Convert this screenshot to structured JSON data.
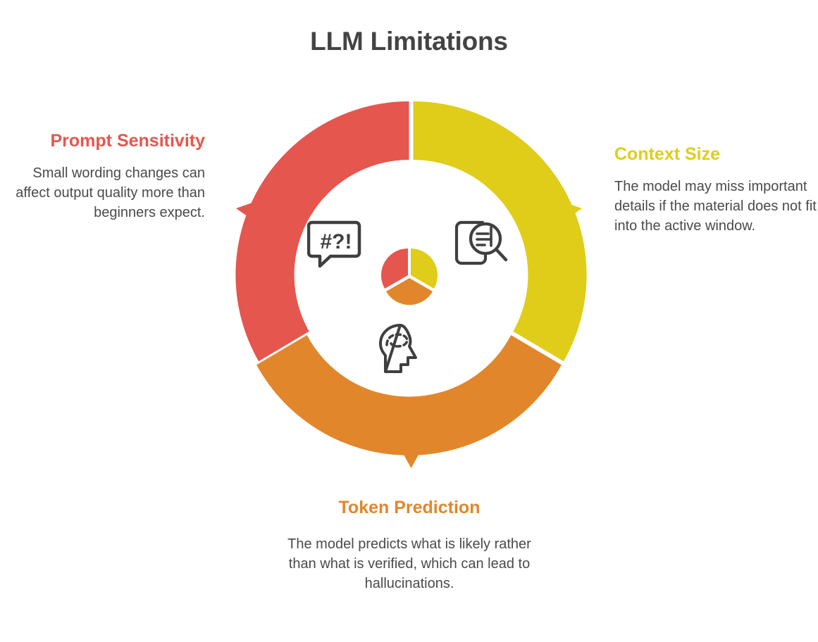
{
  "page": {
    "title": "LLM Limitations",
    "background": "#ffffff",
    "title_color": "#434343",
    "body_text_color": "#4a4a4a"
  },
  "palette": {
    "red": "#e5564e",
    "yellow": "#dfcd1a",
    "orange": "#e2862c",
    "icon_stroke": "#3f3f3f"
  },
  "chart_data": {
    "type": "pie",
    "title": "LLM Limitations",
    "subtitle": "",
    "xlabel": "",
    "ylabel": "",
    "legend_position": "around-ring",
    "grid": false,
    "categories": [
      "Prompt Sensitivity",
      "Context Size",
      "Token Prediction"
    ],
    "values": [
      33.33,
      33.33,
      33.33
    ],
    "colors": [
      "#e5564e",
      "#dfcd1a",
      "#e2862c"
    ],
    "notes": "Donut ring of three equal 120-degree segments with white separator gaps; each segment terminates in an outward-pointing arrow. A small matching three-slice pie sits at the center."
  },
  "sections": [
    {
      "id": "prompt-sensitivity",
      "heading": "Prompt Sensitivity",
      "body": "Small wording changes can affect output quality more than beginners expect.",
      "color": "#e5564e",
      "align": "right",
      "icon": "speech-bubble-symbols-icon",
      "icon_text": "#?!"
    },
    {
      "id": "context-size",
      "heading": "Context Size",
      "body": "The model may miss important details if the material does not fit into the active window.",
      "color": "#dfcd1a",
      "align": "left",
      "icon": "document-magnifier-icon",
      "icon_text": ""
    },
    {
      "id": "token-prediction",
      "heading": "Token Prediction",
      "body": "The model predicts what is likely rather than what is verified, which can lead to hallucinations.",
      "color": "#e2862c",
      "align": "center",
      "icon": "head-thought-brain-icon",
      "icon_text": ""
    }
  ],
  "center_pie": {
    "name": "center-pie-chart",
    "slices": [
      {
        "label": "Prompt Sensitivity",
        "color": "#e5564e",
        "share": 33.33
      },
      {
        "label": "Context Size",
        "color": "#dfcd1a",
        "share": 33.33
      },
      {
        "label": "Token Prediction",
        "color": "#e2862c",
        "share": 33.33
      }
    ]
  }
}
